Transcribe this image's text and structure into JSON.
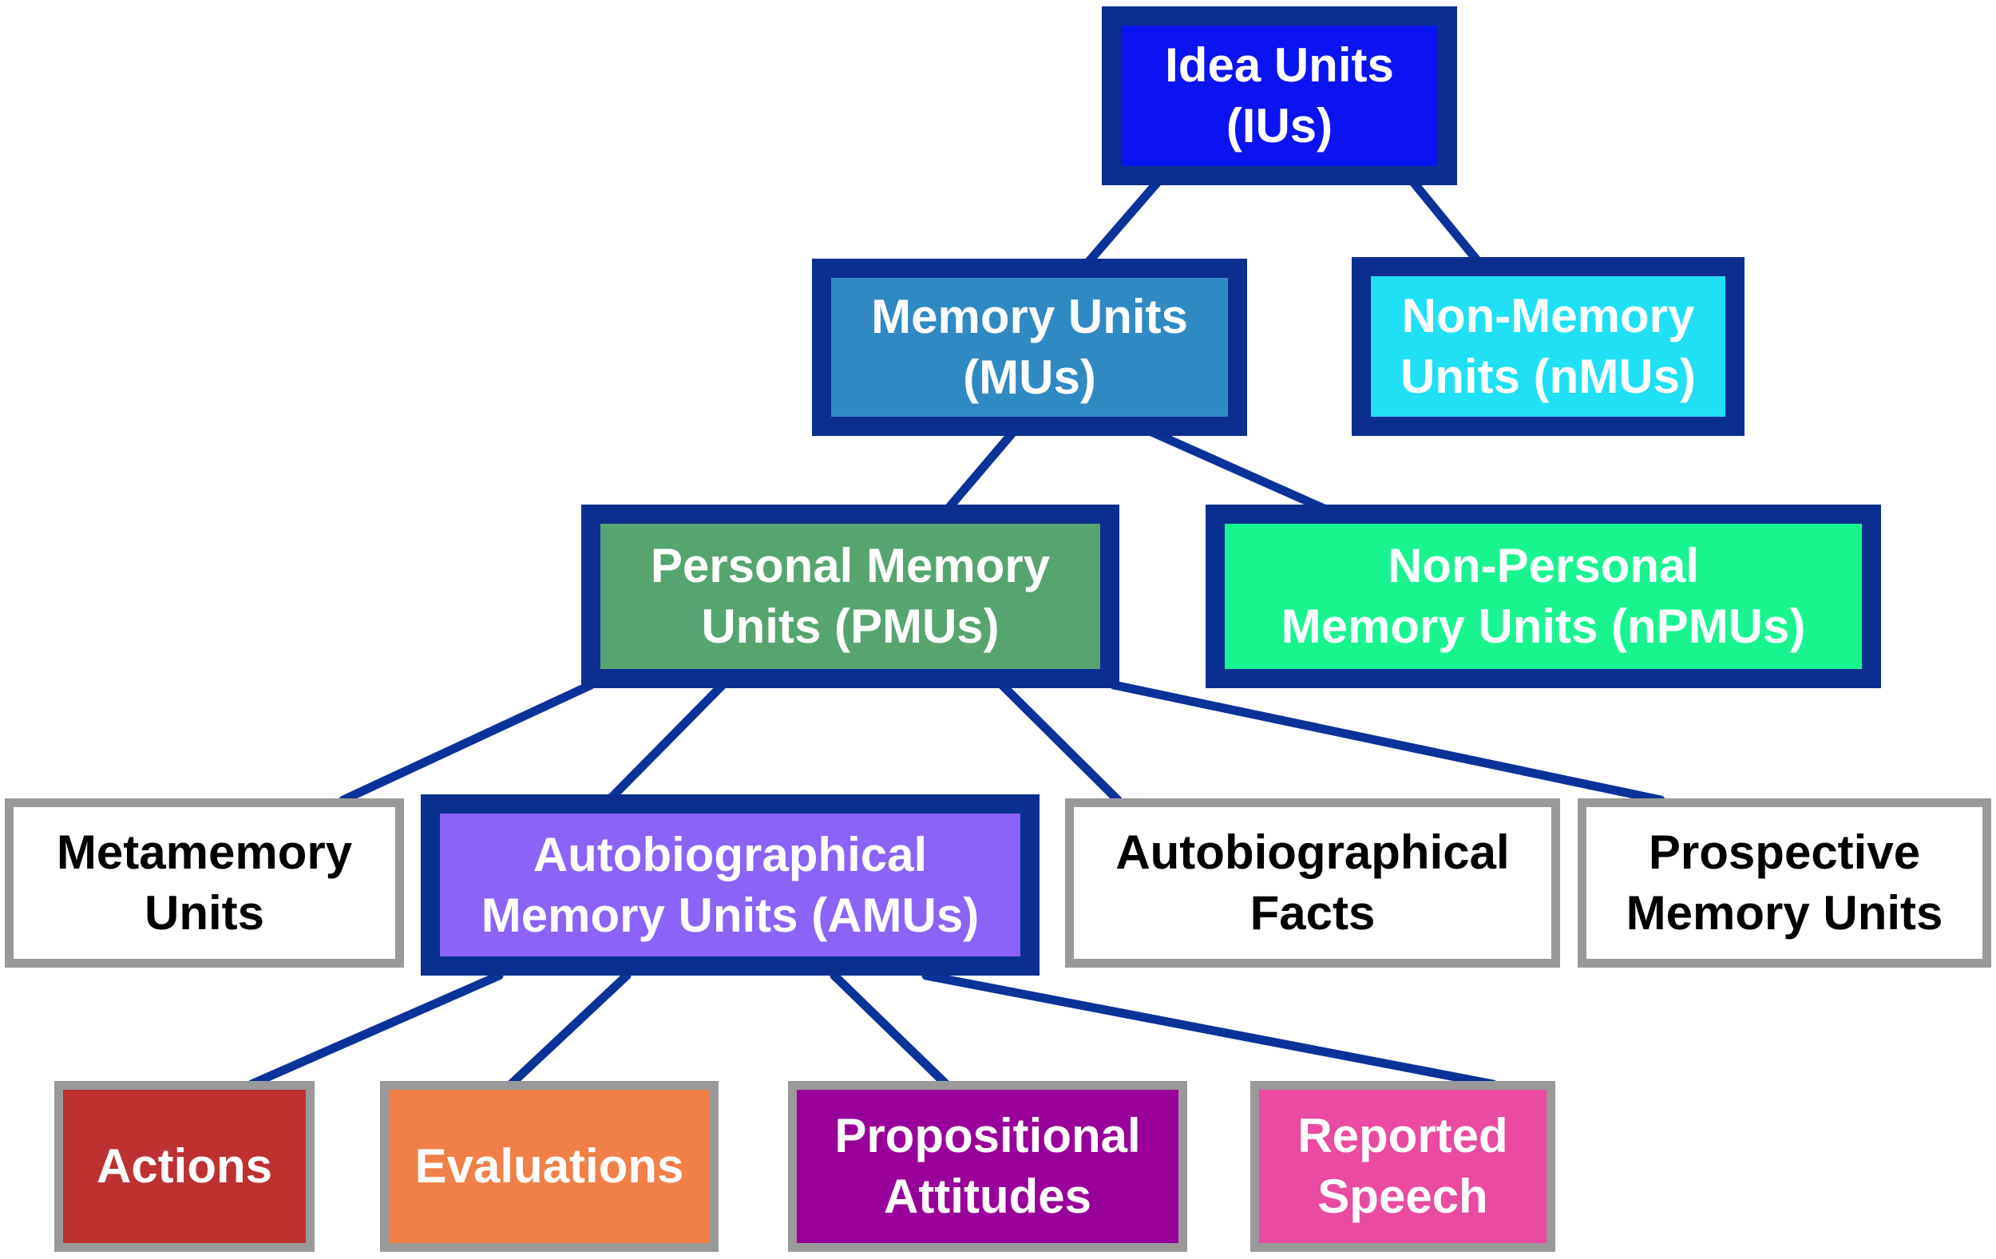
{
  "colors": {
    "connector": "#0a3399",
    "blue_border": "#0a2f8f",
    "gray_border": "#999999"
  },
  "nodes": {
    "idea_units": {
      "lines": [
        "Idea Units",
        "(IUs)"
      ],
      "fill": "#0a14f0"
    },
    "memory_units": {
      "lines": [
        "Memory Units",
        "(MUs)"
      ],
      "fill": "#2f8ac4"
    },
    "non_memory_units": {
      "lines": [
        "Non-Memory",
        "Units (nMUs)"
      ],
      "fill": "#1fe0f5"
    },
    "personal_memory_units": {
      "lines": [
        "Personal Memory",
        "Units (PMUs)"
      ],
      "fill": "#56a570"
    },
    "non_personal_memory_units": {
      "lines": [
        "Non-Personal",
        "Memory Units (nPMUs)"
      ],
      "fill": "#18f58f"
    },
    "metamemory_units": {
      "lines": [
        "Metamemory",
        "Units"
      ],
      "fill": "#ffffff"
    },
    "autobiographical_memory_units": {
      "lines": [
        "Autobiographical",
        "Memory Units (AMUs)"
      ],
      "fill": "#8b63f7"
    },
    "autobiographical_facts": {
      "lines": [
        "Autobiographical",
        "Facts"
      ],
      "fill": "#ffffff"
    },
    "prospective_memory_units": {
      "lines": [
        "Prospective",
        "Memory Units"
      ],
      "fill": "#ffffff"
    },
    "actions": {
      "lines": [
        "Actions"
      ],
      "fill": "#bd3131"
    },
    "evaluations": {
      "lines": [
        "Evaluations"
      ],
      "fill": "#f08048"
    },
    "propositional_attitudes": {
      "lines": [
        "Propositional",
        "Attitudes"
      ],
      "fill": "#990099"
    },
    "reported_speech": {
      "lines": [
        "Reported",
        "Speech"
      ],
      "fill": "#ea4aa0"
    }
  }
}
